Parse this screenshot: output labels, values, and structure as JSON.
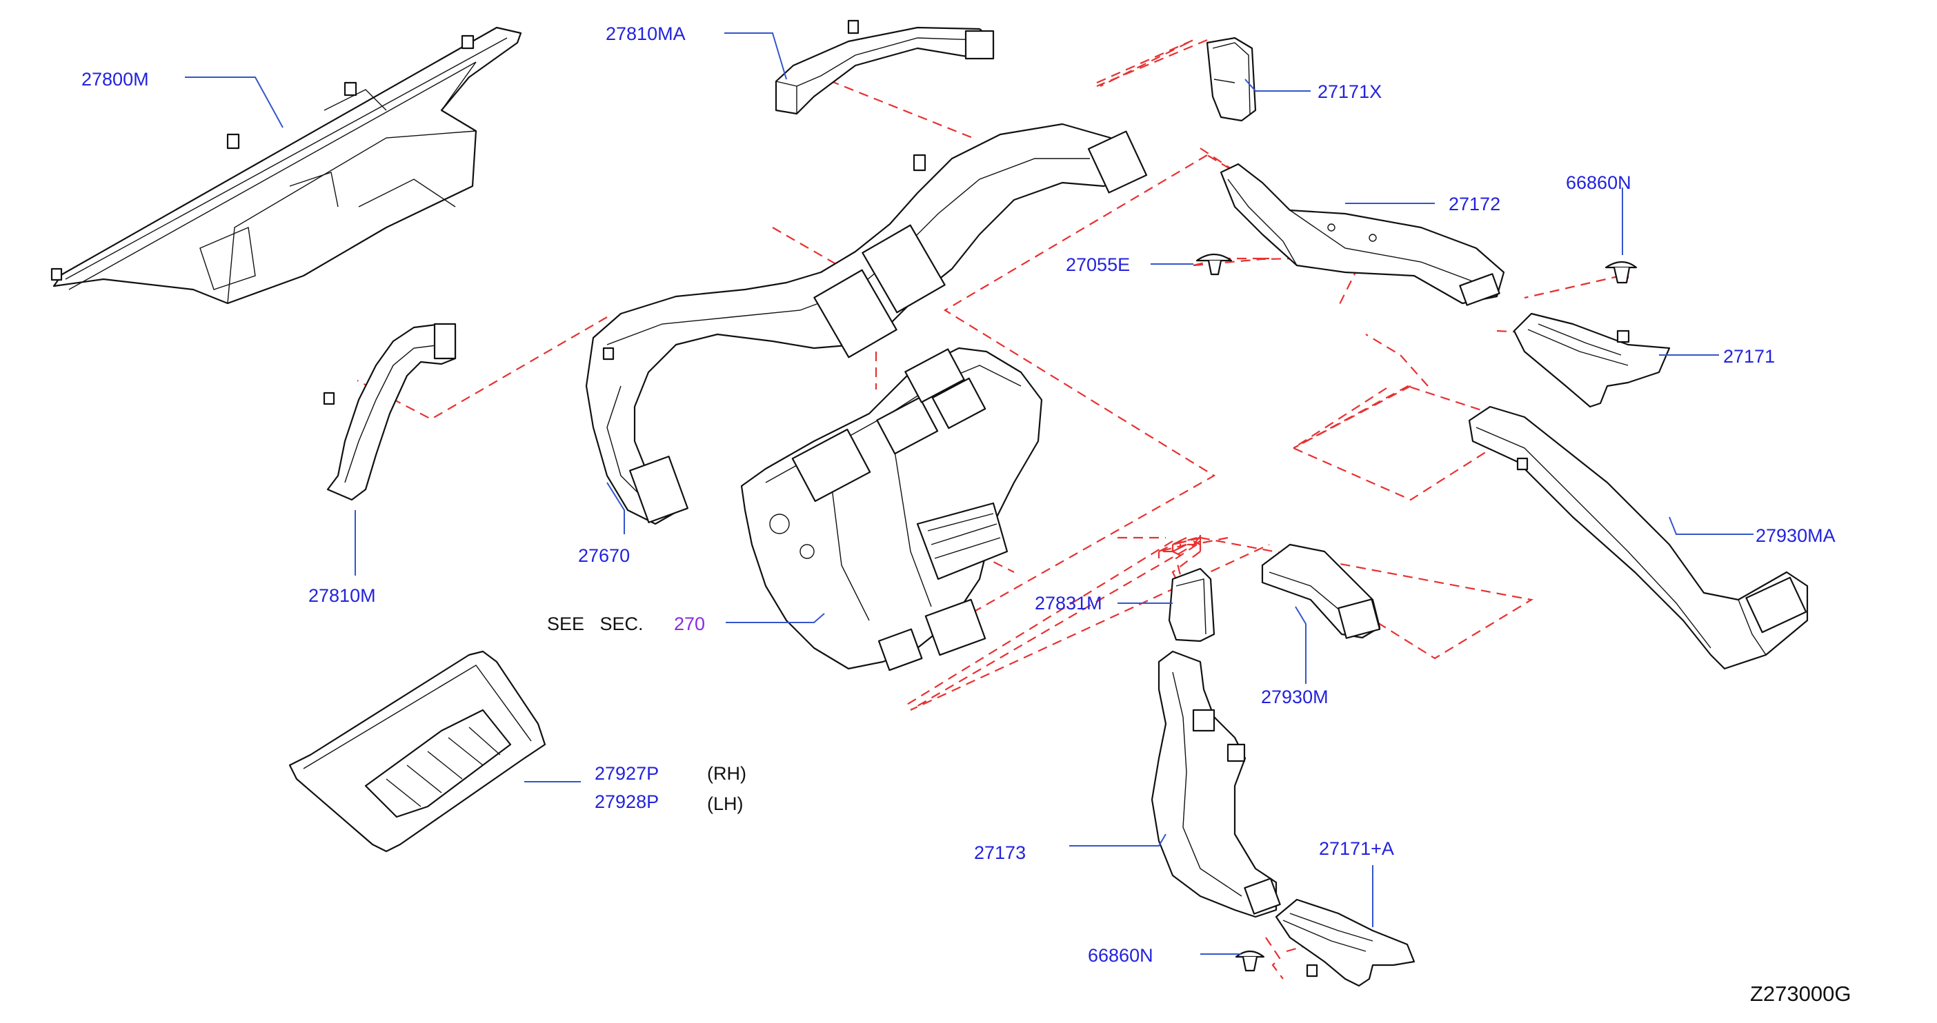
{
  "parts": {
    "p27810MA": "27810MA",
    "p27800M": "27800M",
    "p27171X": "27171X",
    "p27172": "27172",
    "p66860N_top": "66860N",
    "p27055E": "27055E",
    "p27171": "27171",
    "p27810M": "27810M",
    "p27670": "27670",
    "p27930MA": "27930MA",
    "p27831M": "27831M",
    "p27930M": "27930M",
    "p27927P": "27927P",
    "p27928P": "27928P",
    "p27173": "27173",
    "p27171A": "27171+A",
    "p66860N_bottom": "66860N"
  },
  "notes": {
    "rh": "(RH)",
    "lh": "(LH)",
    "see_sec": "SEE   SEC.",
    "sec_num": "270",
    "diagram_id": "Z273000G"
  },
  "colors": {
    "label_blue": "#2222dd",
    "leader_blue": "#3355cc",
    "dash_red": "#e83030",
    "section_purple": "#8a2be2"
  }
}
